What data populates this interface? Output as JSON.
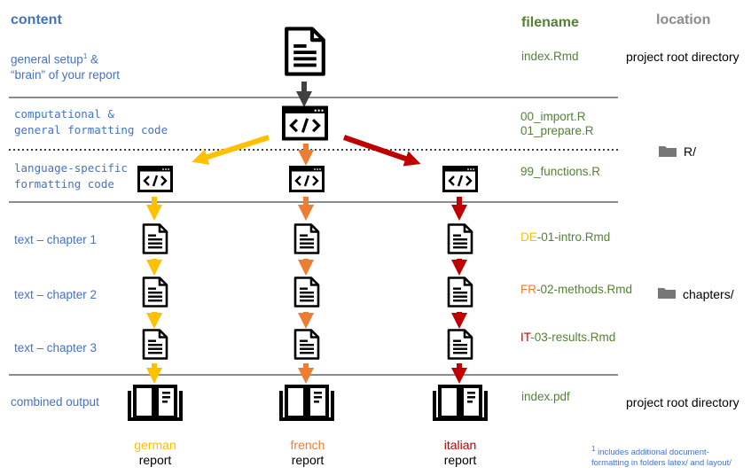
{
  "headers": {
    "content": "content",
    "filename": "filename",
    "location": "location"
  },
  "rows": {
    "setup_line1": "general setup",
    "setup_sup": "1",
    "setup_amp": " &",
    "setup_line2": "“brain” of your report",
    "comp_line1": "computational &",
    "comp_line2": "general formatting code",
    "lang_line1": "language-specific",
    "lang_line2": "formatting code",
    "ch1": "text – chapter 1",
    "ch2": "text – chapter 2",
    "ch3": "text – chapter 3",
    "combined": "combined output"
  },
  "filenames": {
    "index_rmd": "index.Rmd",
    "import": "00_import.R",
    "prepare": "01_prepare.R",
    "functions": "99_functions.R",
    "de_prefix": "DE",
    "de_rest": "-01-intro.Rmd",
    "fr_prefix": "FR",
    "fr_rest": "-02-methods.Rmd",
    "it_prefix": "IT",
    "it_rest": "-03-results.Rmd",
    "index_pdf": "index.pdf"
  },
  "locations": {
    "root_top": "project root directory",
    "r_dir": "R/",
    "chapters_dir": "chapters/",
    "root_bottom": "project root directory"
  },
  "captions": {
    "german": "german",
    "french": "french",
    "italian": "italian",
    "report": "report"
  },
  "footnote": {
    "sup": "1",
    "line1": " includes additional document-",
    "line2": "formatting in folders latex/ and layout/"
  },
  "colors": {
    "blue": "#4472c4",
    "green": "#548235",
    "gray": "#8c8c8c",
    "german": "#ffc000",
    "french": "#ed7d31",
    "italian": "#c00000",
    "neutral": "#404040"
  },
  "icons": {
    "document": "document-icon",
    "code_window": "code-window-icon",
    "book": "open-book-icon",
    "folder": "folder-icon"
  }
}
